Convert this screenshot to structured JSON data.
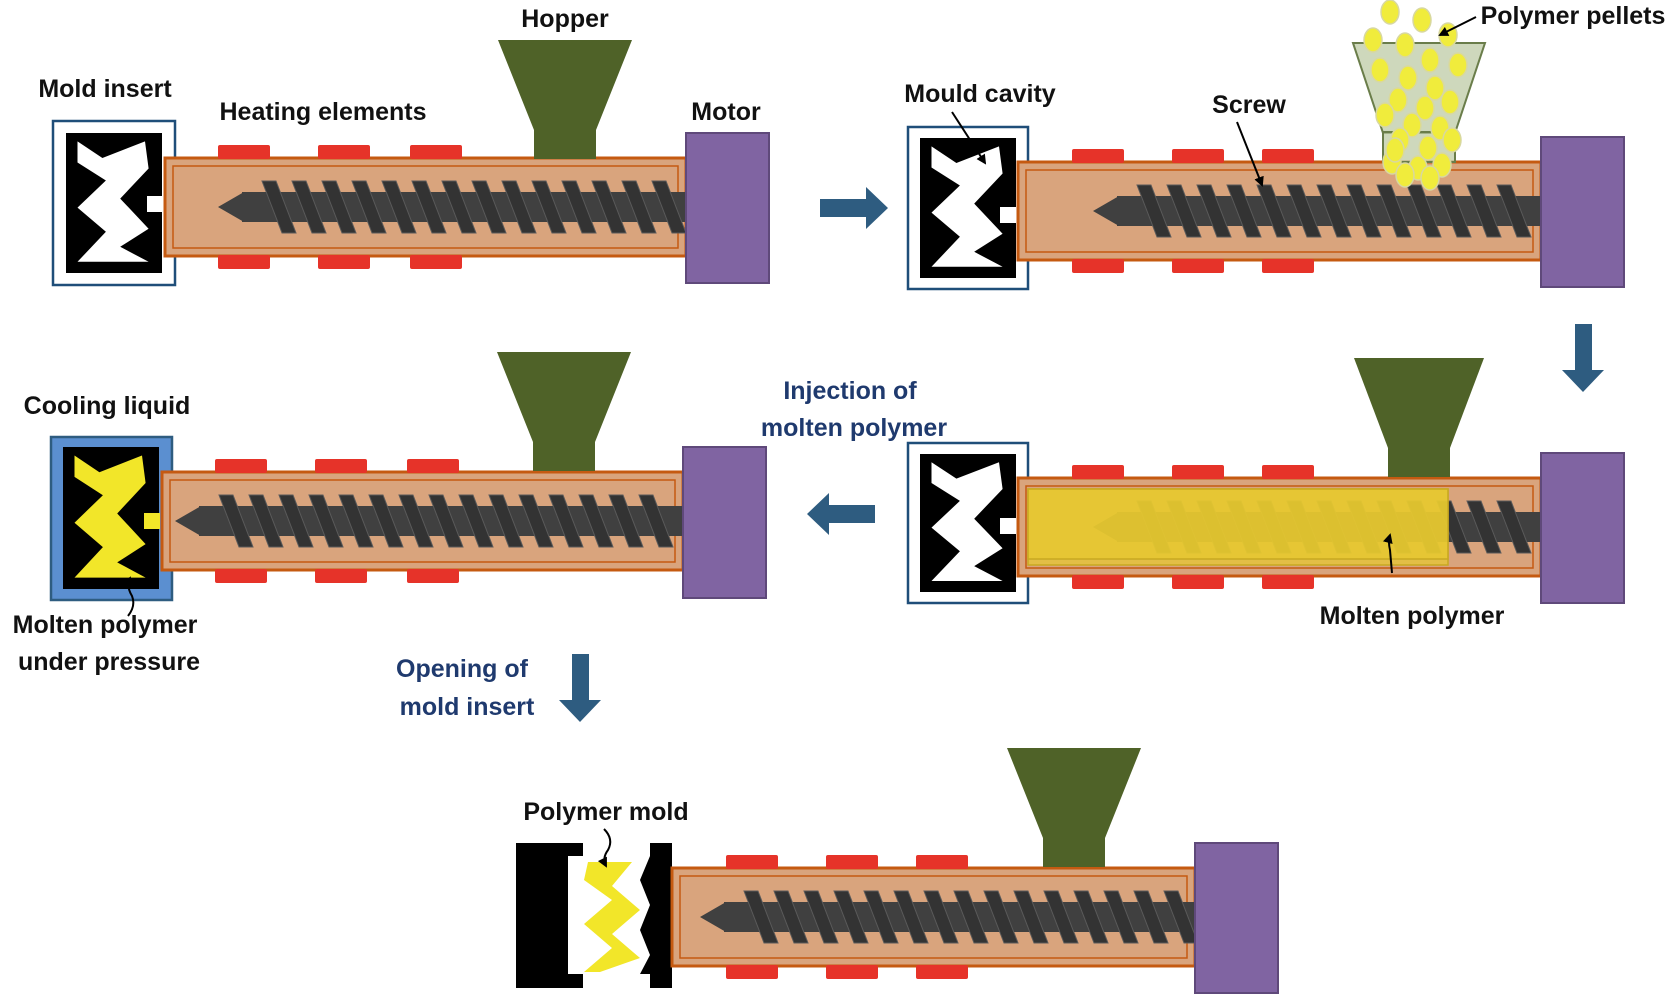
{
  "labels": {
    "hopper": "Hopper",
    "mold_insert": "Mold insert",
    "heating_elements": "Heating elements",
    "motor": "Motor",
    "mould_cavity": "Mould cavity",
    "screw": "Screw",
    "polymer_pellets": "Polymer pellets",
    "cooling_liquid": "Cooling liquid",
    "molten_polymer_pressure_1": "Molten polymer",
    "molten_polymer_pressure_2": "under pressure",
    "molten_polymer": "Molten polymer",
    "polymer_mold": "Polymer mold"
  },
  "steps": {
    "injection_1": "Injection of",
    "injection_2": "molten polymer",
    "opening_1": "Opening of",
    "opening_2": "mold insert"
  },
  "colors": {
    "barrel_fill": "#d9a47d",
    "barrel_stroke": "#c55a11",
    "heater": "#e63329",
    "screw": "#404040",
    "hopper": "#4f6228",
    "motor": "#8064a2",
    "motor_stroke": "#5f497a",
    "mold_frame": "#1f4e79",
    "mold_black": "#000000",
    "cooling_fill": "#5b8fd0",
    "polymer": "#f2e629",
    "molten_fill": "#e6c830",
    "arrow": "#2e5c80",
    "pellet": "#f0ec3c"
  }
}
